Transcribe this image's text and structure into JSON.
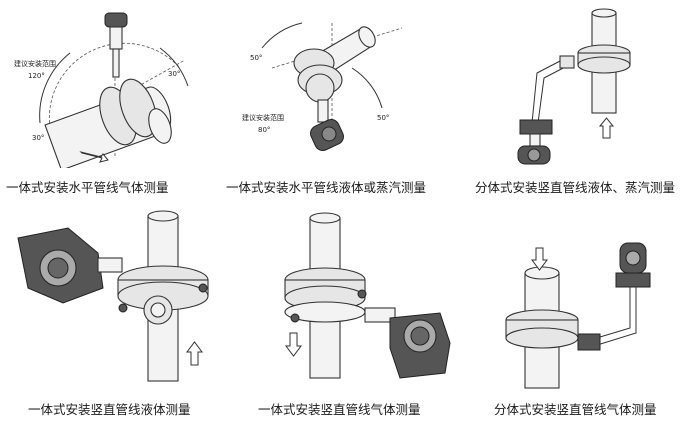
{
  "panels": [
    {
      "caption": "一体式安装水平管线气体测量",
      "labels": {
        "range_title": "建议安装范围",
        "range_angle": "120°",
        "angle_right": "30°",
        "angle_left": "30°"
      }
    },
    {
      "caption": "一体式安装水平管线液体或蒸汽测量",
      "labels": {
        "angle_left": "50°",
        "angle_right": "50°",
        "range_title": "建议安装范围",
        "range_angle": "80°"
      }
    },
    {
      "caption": "分体式安装竖直管线液体、蒸汽测量"
    },
    {
      "caption": "一体式安装竖直管线液体测量"
    },
    {
      "caption": "一体式安装竖直管线气体测量"
    },
    {
      "caption": "分体式安装竖直管线气体测量"
    }
  ]
}
